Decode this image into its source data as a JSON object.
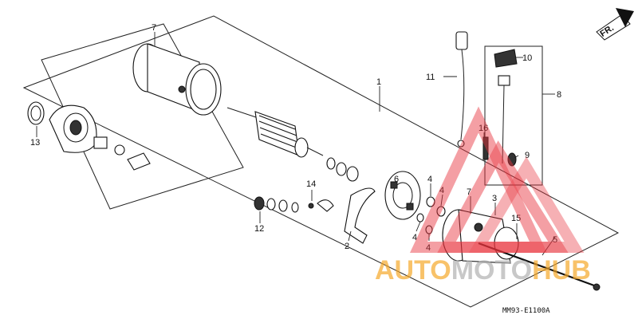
{
  "diagram": {
    "direction_label": "FR.",
    "code": "MM93-E1100A",
    "callouts": [
      {
        "id": "c7a",
        "text": "7"
      },
      {
        "id": "c1",
        "text": "1"
      },
      {
        "id": "c13",
        "text": "13"
      },
      {
        "id": "c11",
        "text": "11"
      },
      {
        "id": "c10",
        "text": "10"
      },
      {
        "id": "c8",
        "text": "8"
      },
      {
        "id": "c16",
        "text": "16"
      },
      {
        "id": "c9",
        "text": "9"
      },
      {
        "id": "c6",
        "text": "6"
      },
      {
        "id": "c14",
        "text": "14"
      },
      {
        "id": "c4a",
        "text": "4"
      },
      {
        "id": "c4b",
        "text": "4"
      },
      {
        "id": "c4c",
        "text": "4"
      },
      {
        "id": "c4d",
        "text": "4"
      },
      {
        "id": "c7b",
        "text": "7"
      },
      {
        "id": "c3",
        "text": "3"
      },
      {
        "id": "c15",
        "text": "15"
      },
      {
        "id": "c5",
        "text": "5"
      },
      {
        "id": "c12",
        "text": "12"
      },
      {
        "id": "c2",
        "text": "2"
      }
    ]
  },
  "watermark": {
    "text_orange": "AUTO",
    "text_gray": "MOTO",
    "text_orange2": "HUB",
    "color_orange": "#f5a623",
    "color_gray": "#b0b0b0",
    "color_red": "#e8323c"
  }
}
